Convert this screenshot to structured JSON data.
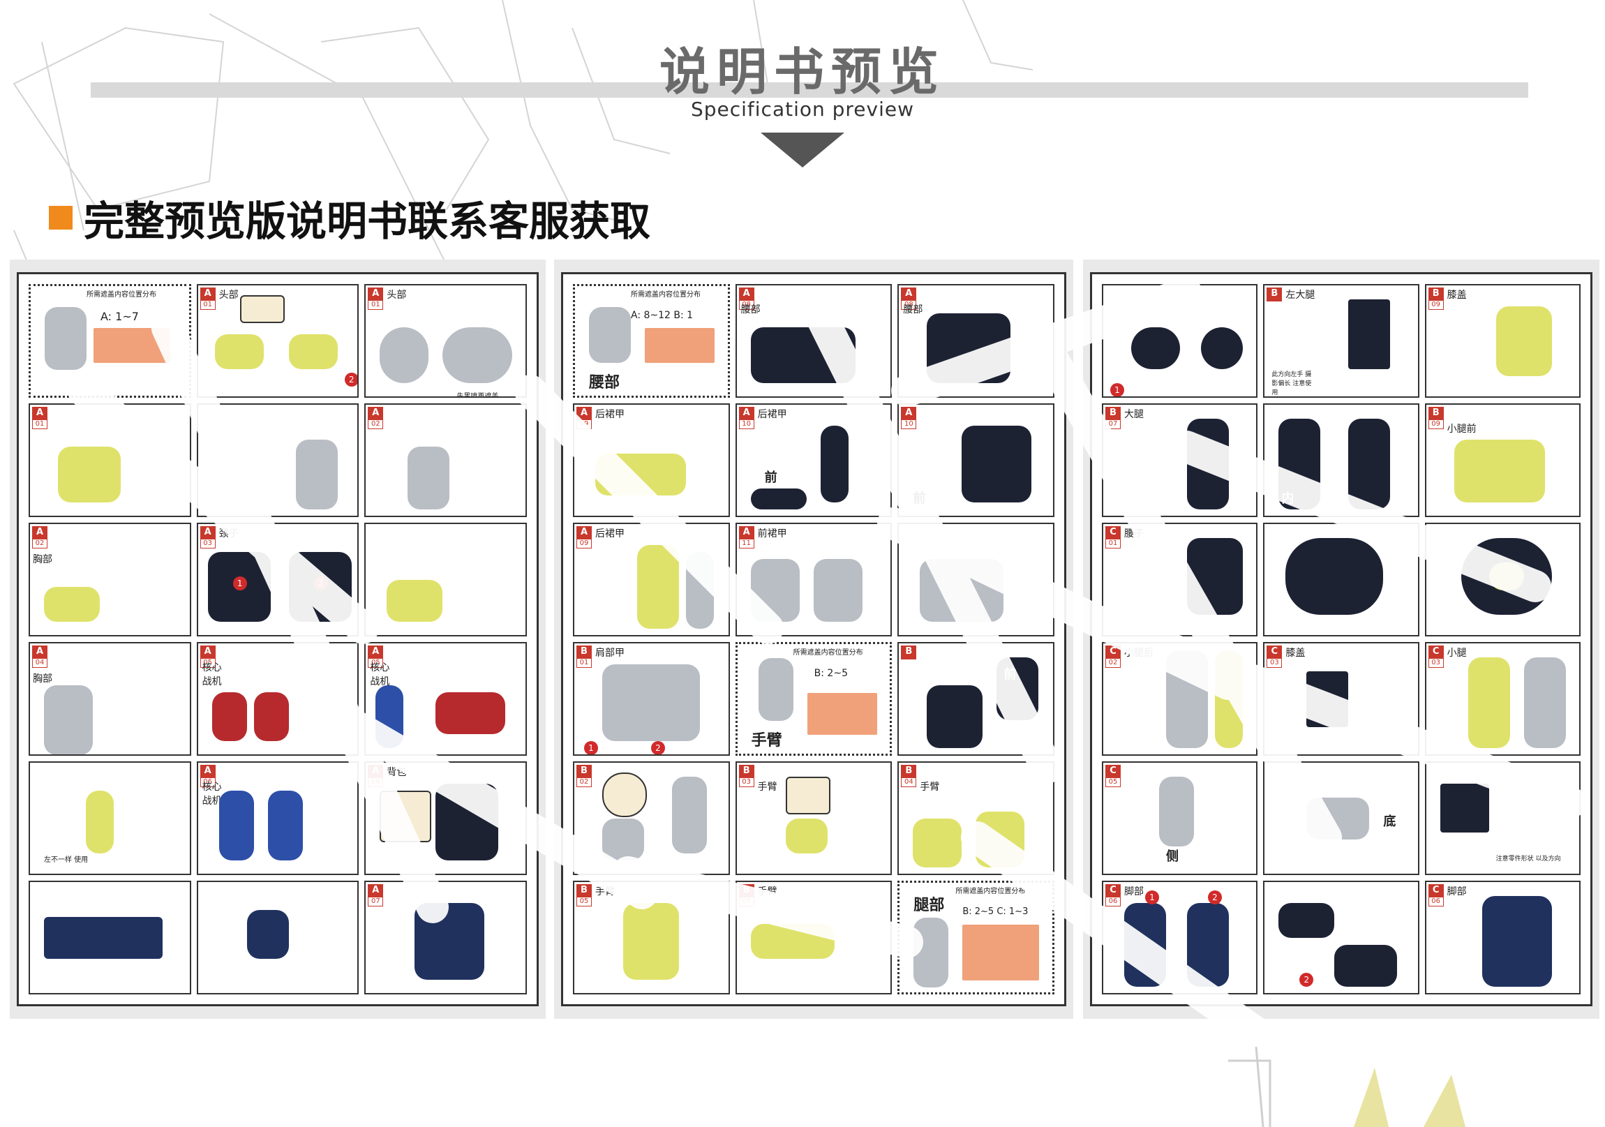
{
  "header": {
    "title": "说明书预览",
    "subtitle": "Specification preview"
  },
  "notice": {
    "text": "完整预览版说明书联系客服获取"
  },
  "colors": {
    "accent": "#f08a1c",
    "tag_red": "#c8382c",
    "mask_yellow": "#dcdf5a"
  },
  "sheets": [
    {
      "steps": [
        {
          "tag": "",
          "label": "所需遮盖内容位置分布",
          "sub": "A: 1~7",
          "style": "dotted"
        },
        {
          "tag": "A",
          "no": "01",
          "label": "头部"
        },
        {
          "tag": "A",
          "no": "01",
          "label": "头部",
          "note": "先黑喷再遮盖"
        },
        {
          "tag": "A",
          "no": "01",
          "label": ""
        },
        {
          "tag": "",
          "label": ""
        },
        {
          "tag": "A",
          "no": "02",
          "label": ""
        },
        {
          "tag": "A",
          "no": "02",
          "label": "胸部"
        },
        {
          "tag": "A",
          "no": "03",
          "label": "颈子"
        },
        {
          "tag": "",
          "label": ""
        },
        {
          "tag": "A",
          "no": "04",
          "label": "胸部"
        },
        {
          "tag": "A",
          "no": "05",
          "label": "核心战机"
        },
        {
          "tag": "A",
          "no": "05",
          "label": "核心战机"
        },
        {
          "tag": "",
          "label": "",
          "note": "左不一样 使用"
        },
        {
          "tag": "A",
          "no": "06",
          "label": "核心战机"
        },
        {
          "tag": "A",
          "no": "06",
          "label": "背包"
        },
        {
          "tag": "",
          "label": ""
        },
        {
          "tag": "",
          "label": ""
        },
        {
          "tag": "A",
          "no": "07",
          "label": ""
        }
      ]
    },
    {
      "steps": [
        {
          "tag": "",
          "label": "所需遮盖内容位置分布",
          "sub": "A: 8~12  B: 1",
          "big": "腰部",
          "style": "dotted"
        },
        {
          "tag": "A",
          "no": "08",
          "label": "腰部"
        },
        {
          "tag": "A",
          "no": "08",
          "label": "腰部"
        },
        {
          "tag": "A",
          "no": "09",
          "label": "后裙甲"
        },
        {
          "tag": "A",
          "no": "10",
          "label": "后裙甲",
          "mark": "前"
        },
        {
          "tag": "A",
          "no": "10",
          "label": "",
          "mark": "前"
        },
        {
          "tag": "A",
          "no": "09",
          "label": "后裙甲"
        },
        {
          "tag": "A",
          "no": "11",
          "label": "前裙甲"
        },
        {
          "tag": "",
          "label": ""
        },
        {
          "tag": "B",
          "no": "01",
          "label": "肩部甲"
        },
        {
          "tag": "",
          "label": "所需遮盖内容位置分布",
          "sub": "B: 2~5",
          "big": "手臂",
          "style": "dotted"
        },
        {
          "tag": "B",
          "no": "",
          "label": "",
          "mark": "前"
        },
        {
          "tag": "B",
          "no": "02",
          "label": ""
        },
        {
          "tag": "B",
          "no": "03",
          "label": "手臂"
        },
        {
          "tag": "B",
          "no": "04",
          "label": "手臂"
        },
        {
          "tag": "B",
          "no": "05",
          "label": "手臂"
        },
        {
          "tag": "B",
          "no": "05",
          "label": "手臂"
        },
        {
          "tag": "",
          "label": "所需遮盖内容位置分布",
          "sub": "B: 2~5   C: 1~3",
          "big": "腿部",
          "style": "dotted"
        }
      ]
    },
    {
      "steps": [
        {
          "tag": "",
          "label": ""
        },
        {
          "tag": "B",
          "no": "",
          "label": "左大腿",
          "note": "此方向左手 摄影偏长 注意使用"
        },
        {
          "tag": "B",
          "no": "09",
          "label": "膝盖"
        },
        {
          "tag": "B",
          "no": "07",
          "label": "大腿",
          "mark": "内"
        },
        {
          "tag": "",
          "label": ""
        },
        {
          "tag": "B",
          "no": "09",
          "label": "小腿前"
        },
        {
          "tag": "C",
          "no": "01",
          "label": "腰子"
        },
        {
          "tag": "",
          "label": ""
        },
        {
          "tag": "",
          "label": ""
        },
        {
          "tag": "C",
          "no": "02",
          "label": "小腿后"
        },
        {
          "tag": "C",
          "no": "03",
          "label": "膝盖"
        },
        {
          "tag": "C",
          "no": "03",
          "label": "小腿"
        },
        {
          "tag": "C",
          "no": "05",
          "label": "",
          "mark": "侧"
        },
        {
          "tag": "",
          "label": "",
          "mark": "底"
        },
        {
          "tag": "",
          "label": "",
          "note": "注意零件形状 以及方向"
        },
        {
          "tag": "C",
          "no": "06",
          "label": "脚部"
        },
        {
          "tag": "",
          "label": ""
        },
        {
          "tag": "C",
          "no": "06",
          "label": "脚部"
        }
      ]
    }
  ]
}
